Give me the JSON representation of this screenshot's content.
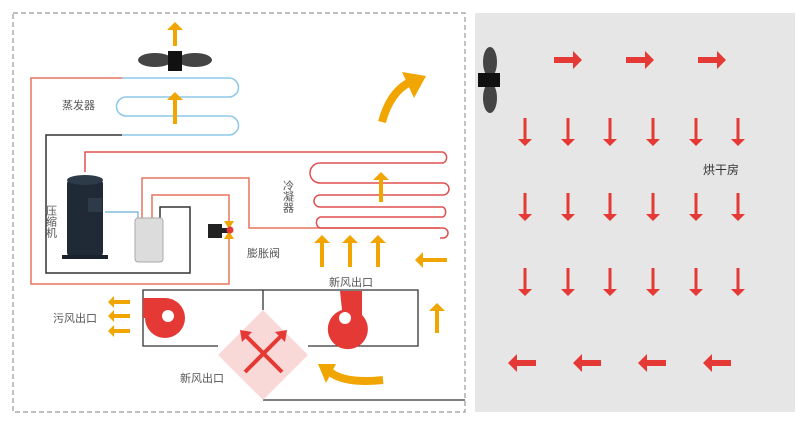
{
  "labels": {
    "evaporator": "蒸发器",
    "condenser": "冷凝器",
    "compressor": "压缩机",
    "expansion_valve": "膨胀阀",
    "fresh_air_outlet_top": "新风出口",
    "exhaust_air_outlet": "污风出口",
    "fresh_air_outlet_bottom": "新风出口",
    "drying_room": "烘干房"
  },
  "colors": {
    "hot_pipe": "#e8735f",
    "cold_pipe": "#8cc8ea",
    "return_pipe": "#333333",
    "airflow": "#f0a500",
    "hot_air": "#e53935",
    "room_bg": "#e6e6e6",
    "exchanger": "#f9d9d7"
  }
}
